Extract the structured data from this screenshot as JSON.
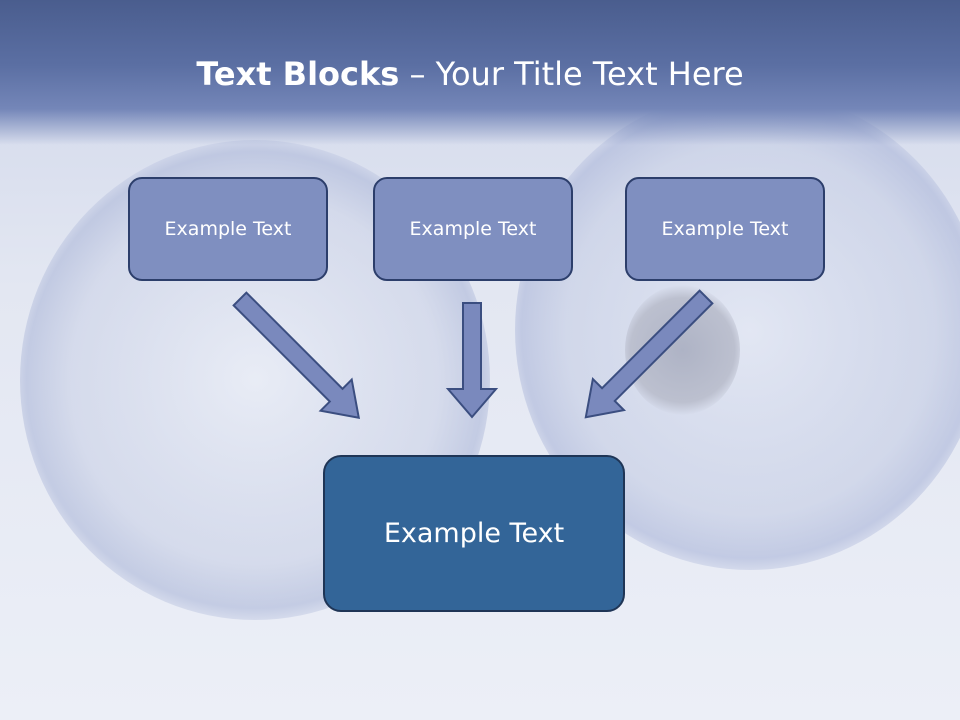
{
  "title": {
    "bold": "Text Blocks",
    "separator": " – ",
    "regular": "Your Title Text Here"
  },
  "boxes": {
    "top": [
      "Example Text",
      "Example Text",
      "Example Text"
    ],
    "bottom": "Example Text"
  },
  "colors": {
    "header": "#5b6fa3",
    "small_box_fill": "#7f8fc0",
    "small_box_border": "#2c3e6b",
    "big_box_fill": "#336598",
    "arrow_fill": "#7a89bd"
  },
  "icons": [
    "arrow-down-right-icon",
    "arrow-down-icon",
    "arrow-down-left-icon"
  ]
}
